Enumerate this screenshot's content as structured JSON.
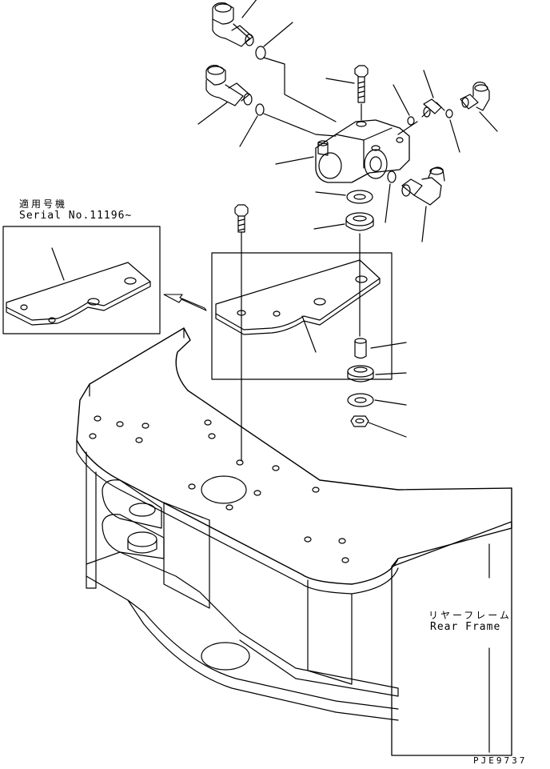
{
  "serial_note": {
    "line1": "適用号機",
    "line2": "Serial No.11196~"
  },
  "frame_label": {
    "jp": "リヤーフレーム",
    "en": "Rear Frame"
  },
  "drawing_code": "PJE9737"
}
